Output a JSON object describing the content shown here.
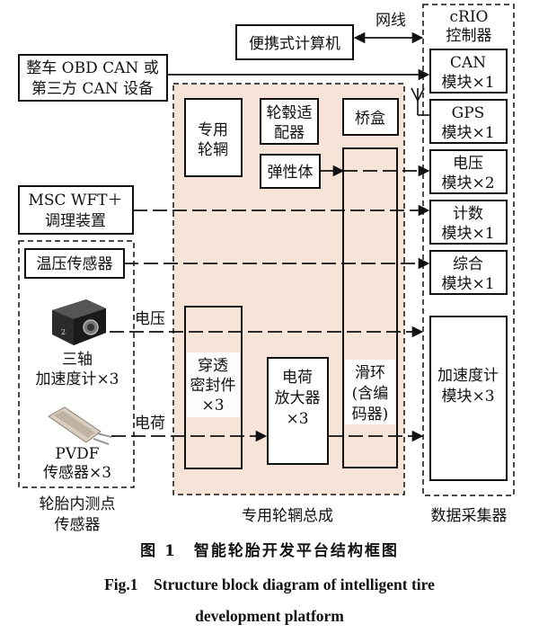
{
  "laptop": "便携式计算机",
  "network_label": "网线",
  "crio": {
    "title1": "cRIO",
    "title2": "控制器"
  },
  "obd": {
    "line1": "整车 OBD CAN 或",
    "line2": "第三方 CAN 设备"
  },
  "msc": {
    "line1": "MSC WFT＋",
    "line2": "调理装置"
  },
  "temp_pressure": "温压传感器",
  "accel": {
    "line1": "三轴",
    "line2": "加速度计×3"
  },
  "pvdf": {
    "line1": "PVDF",
    "line2": "传感器×3"
  },
  "inner_sensors": {
    "line1": "轮胎内测点",
    "line2": "传感器"
  },
  "voltage_label": "电压",
  "charge_label": "电荷",
  "rim_assembly": {
    "label": "专用轮辋总成",
    "rim": {
      "line1": "专用",
      "line2": "轮辋"
    },
    "hub_adapter": {
      "line1": "轮毂适",
      "line2": "配器"
    },
    "bridge_box": "桥盒",
    "elastic_body": "弹性体",
    "feedthrough": {
      "line1": "穿透",
      "line2": "密封件",
      "line3": "×3"
    },
    "charge_amp": {
      "line1": "电荷",
      "line2": "放大器",
      "line3": "×3"
    },
    "slip_ring": {
      "line1": "滑环",
      "line2": "(含编",
      "line3": "码器)"
    }
  },
  "daq": {
    "label": "数据采集器",
    "modules": [
      {
        "line1": "CAN",
        "line2": "模块×1"
      },
      {
        "line1": "GPS",
        "line2": "模块×1"
      },
      {
        "line1": "电压",
        "line2": "模块×2"
      },
      {
        "line1": "计数",
        "line2": "模块×1"
      },
      {
        "line1": "综合",
        "line2": "模块×1"
      }
    ],
    "accel_module": {
      "line1": "加速度计",
      "line2": "模块×3"
    }
  },
  "caption": {
    "cn": "图 1　智能轮胎开发平台结构框图",
    "en1": "Fig.1　Structure block diagram of intelligent tire",
    "en2": "development platform"
  }
}
